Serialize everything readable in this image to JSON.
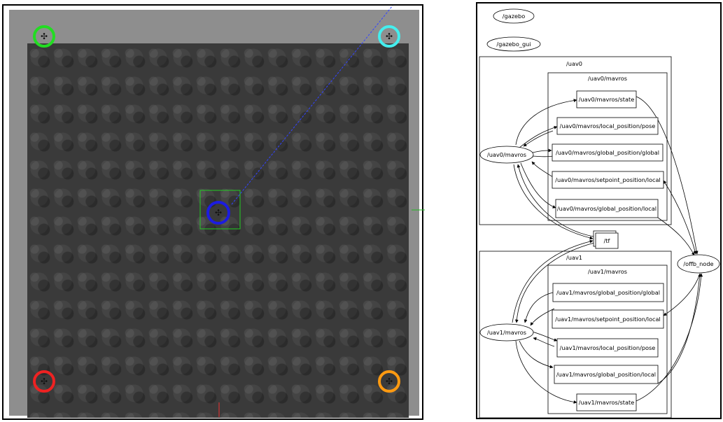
{
  "simulation": {
    "markers": [
      {
        "name": "marker-green",
        "color": "#22dd22"
      },
      {
        "name": "marker-cyan",
        "color": "#44eeee"
      },
      {
        "name": "marker-red",
        "color": "#ee2222"
      },
      {
        "name": "marker-orange",
        "color": "#ff9a11"
      },
      {
        "name": "marker-blue",
        "color": "#1c1ce0"
      }
    ],
    "drone_icon": "quadcopter-icon",
    "selection_color": "#22cc22",
    "trajectory_color": "#3344ff",
    "axis_colors": {
      "x_axis": "#ee3333",
      "y_axis": "#22bb22"
    }
  },
  "graph": {
    "standalone_nodes": {
      "gazebo": "/gazebo",
      "gazebo_gui": "/gazebo_gui",
      "offb_node": "/offb_node",
      "tf": "/tf"
    },
    "uav0": {
      "namespace": "/uav0",
      "sub_namespace": "/uav0/mavros",
      "node": "/uav0/mavros",
      "topics": {
        "state": "/uav0/mavros/state",
        "local_position_pose": "/uav0/mavros/local_position/pose",
        "global_position_global": "/uav0/mavros/global_position/global",
        "setpoint_position_local": "/uav0/mavros/setpoint_position/local",
        "global_position_local": "/uav0/mavros/global_position/local"
      }
    },
    "uav1": {
      "namespace": "/uav1",
      "sub_namespace": "/uav1/mavros",
      "node": "/uav1/mavros",
      "topics": {
        "global_position_global": "/uav1/mavros/global_position/global",
        "setpoint_position_local": "/uav1/mavros/setpoint_position/local",
        "local_position_pose": "/uav1/mavros/local_position/pose",
        "global_position_local": "/uav1/mavros/global_position/local",
        "state": "/uav1/mavros/state"
      }
    }
  }
}
